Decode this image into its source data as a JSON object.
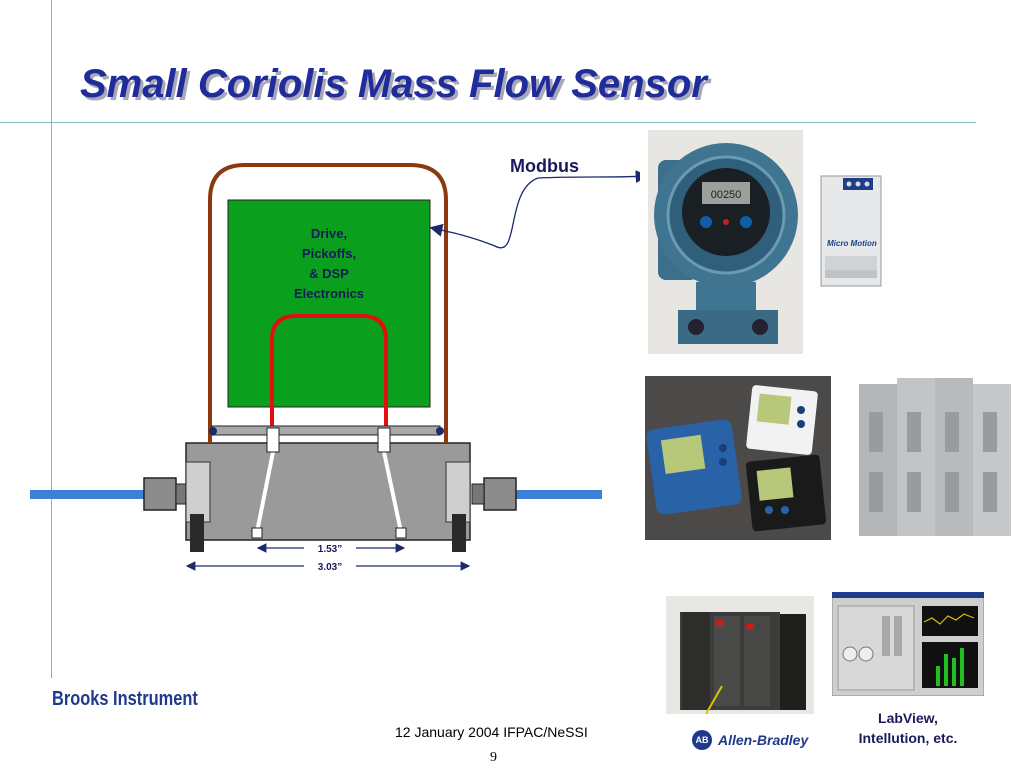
{
  "slide": {
    "title": "Small Coriolis Mass Flow Sensor",
    "brand": "Brooks Instrument",
    "footer_date": "12 January 2004 IFPAC/NeSSI",
    "page_number": "9"
  },
  "diagram": {
    "modbus_label": "Modbus",
    "electronics_lines": [
      "Drive,",
      "Pickoffs,",
      "& DSP",
      "Electronics"
    ],
    "dim_inner": "1.53”",
    "dim_outer": "3.03”"
  },
  "photos": {
    "transmitter_display": "00250",
    "micro_motion_label": "Micro Motion",
    "allen_bradley_label": "Allen-Bradley",
    "ab_mark": "AB",
    "caption_lines": [
      "LabView,",
      "Intellution, etc."
    ]
  },
  "colors": {
    "title": "#1f2c99",
    "board_green": "#0aa01e",
    "outer_tube": "#8b3a10",
    "inner_tube": "#e01010",
    "pipe_blue": "#3b7fd6",
    "body_gray": "#9a9a9a"
  }
}
